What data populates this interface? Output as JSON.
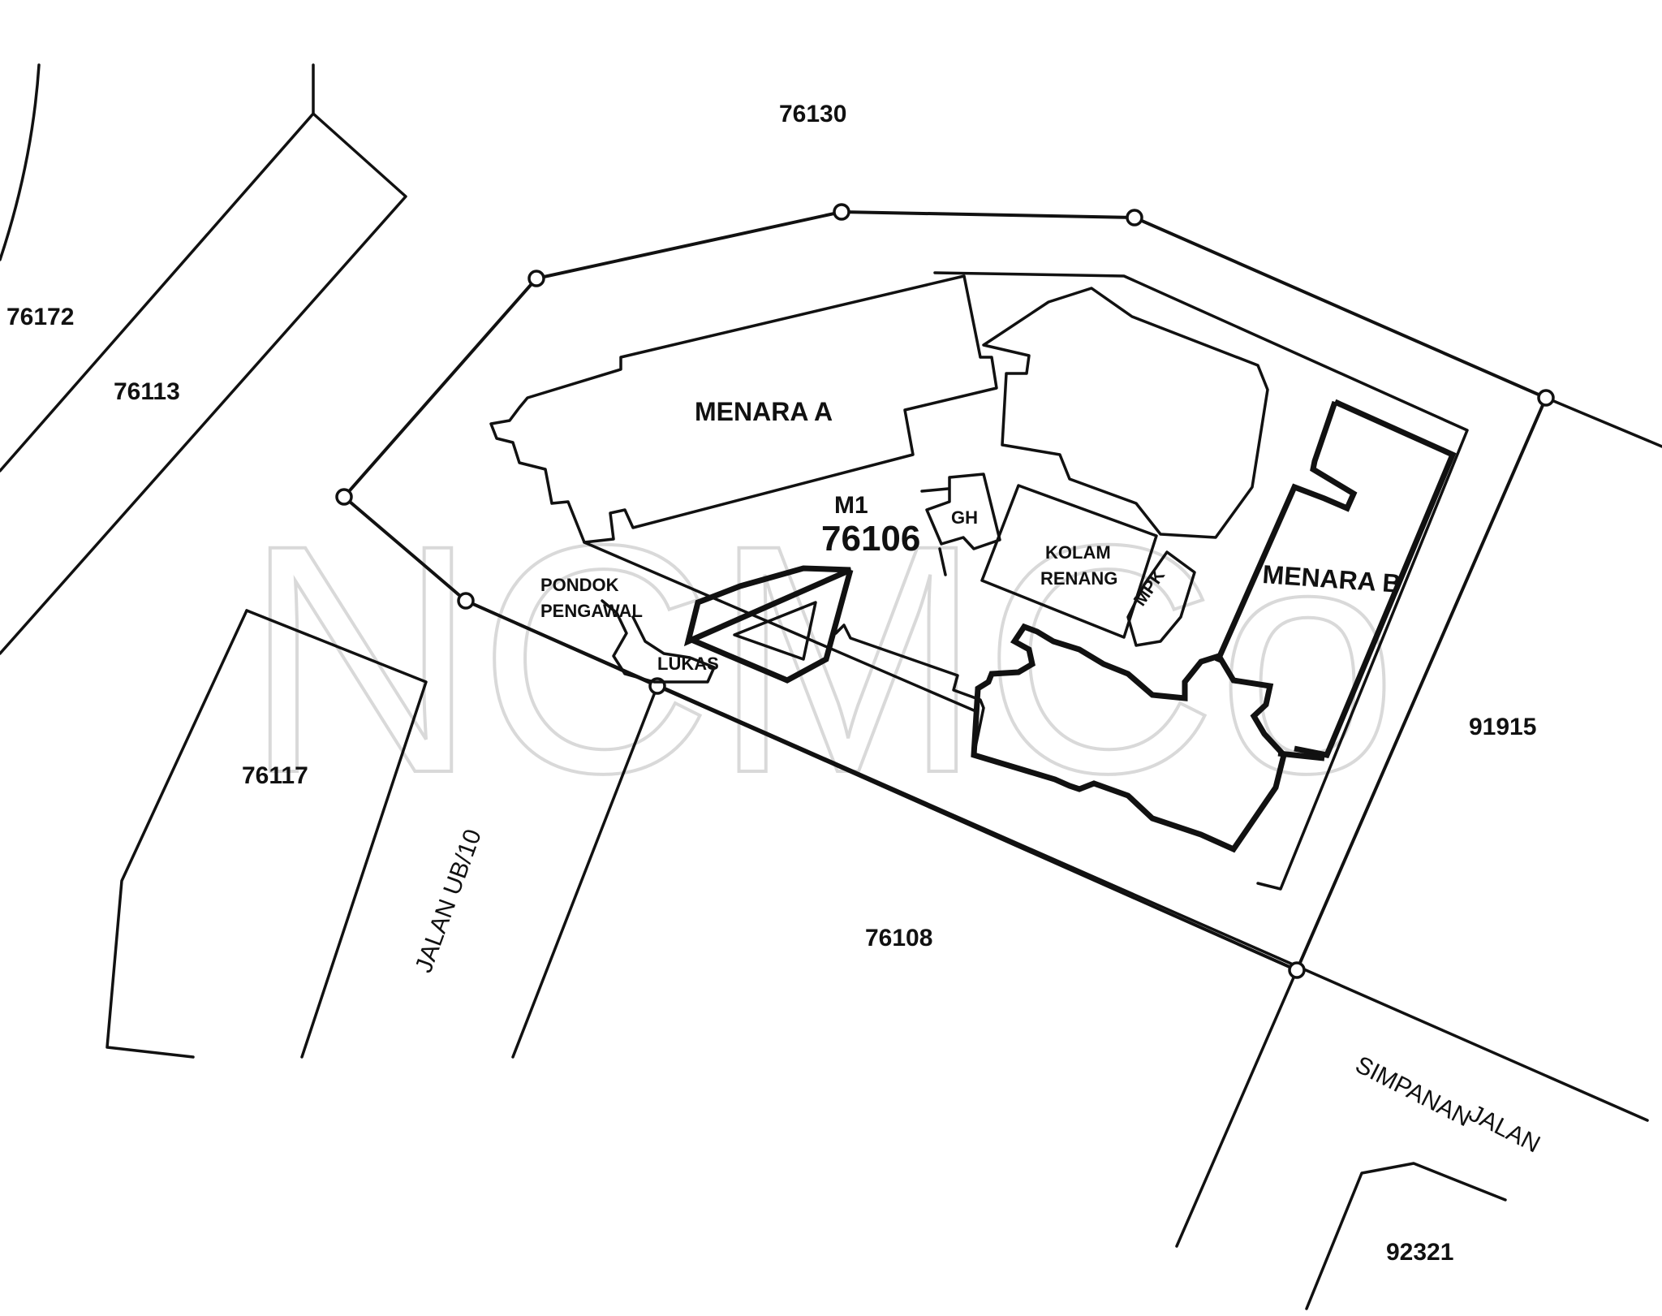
{
  "lots": {
    "l76130": "76130",
    "l76172": "76172",
    "l76113": "76113",
    "l76117": "76117",
    "l76108": "76108",
    "l91915": "91915",
    "l92321": "92321",
    "main_prefix": "M1",
    "main_lot": "76106"
  },
  "buildings": {
    "menara_a": "MENARA A",
    "menara_b": "MENARA B",
    "gh": "GH",
    "kolam_line1": "KOLAM",
    "kolam_line2": "RENANG",
    "pondok_line1": "PONDOK",
    "pondok_line2": "PENGAWAL",
    "lukas": "LUKAS",
    "mpk": "MPK"
  },
  "roads": {
    "jalan_ub10": "JALAN UB/10",
    "simpanan_line1": "SIMPANAN",
    "simpanan_line2": "JALAN"
  },
  "watermark": "NCMCo",
  "colors": {
    "ink": "#111111",
    "watermark": "#d9d9d9"
  }
}
